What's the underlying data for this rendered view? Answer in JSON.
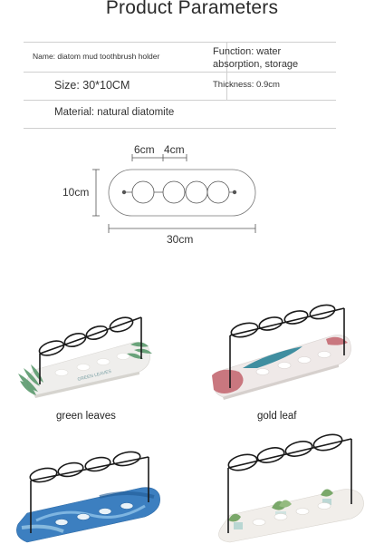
{
  "header": {
    "title": "Product Parameters"
  },
  "params": {
    "name": "Name: diatom mud toothbrush holder",
    "function_line1": "Function: water",
    "function_line2": "absorption, storage",
    "size": "Size: 30*10CM",
    "thickness": "Thickness: 0.9cm",
    "material": "Material: natural diatomite"
  },
  "dimensions": {
    "hole_spacing": "6cm",
    "hole_diameter": "4cm",
    "width": "10cm",
    "length": "30cm"
  },
  "variants": [
    {
      "label": "green leaves"
    },
    {
      "label": "gold leaf"
    },
    {
      "label": ""
    },
    {
      "label": ""
    }
  ],
  "colors": {
    "green_leaf": "#5b9a6e",
    "gold_leaf_teal": "#3f8ea0",
    "gold_leaf_pink": "#c9777f",
    "marble_blue": "#3c7fc0",
    "plant_green": "#7aa86a"
  }
}
